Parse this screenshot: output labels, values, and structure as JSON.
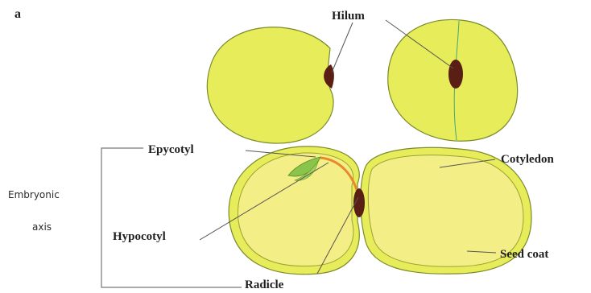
{
  "panel_letter": "a",
  "labels": {
    "hilum": "Hilum",
    "epycotyl": "Epycotyl",
    "cotyledon": "Cotyledon",
    "hypocotyl": "Hypocotyl",
    "seed_coat": "Seed coat",
    "radicle": "Radicle",
    "embryonic_axis_line1": "Embryonic",
    "embryonic_axis_line2": "axis"
  },
  "colors": {
    "seed_fill": "#e6ec5a",
    "seed_outline": "#7b8a2a",
    "cotyledon_fill": "#f4ee86",
    "hilum": "#5a1f14",
    "embryo_leaf": "#8bc44a",
    "hypocotyl_stroke": "#e88a2a",
    "seam": "#4aa37a",
    "leader_line": "#555555"
  }
}
